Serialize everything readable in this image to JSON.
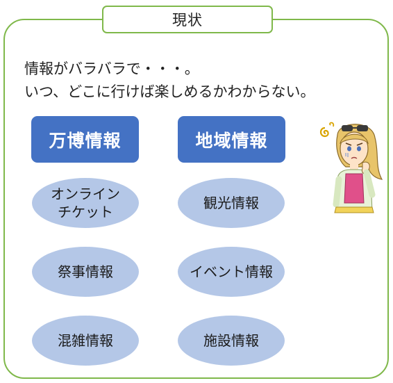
{
  "title": "現状",
  "intro": {
    "line1": "情報がバラバラで・・・。",
    "line2": "いつ、どこに行けば楽しめるかわからない。"
  },
  "columns": [
    {
      "header": "万博情報",
      "items": [
        "オンライン\nチケット",
        "祭事情報",
        "混雑情報"
      ]
    },
    {
      "header": "地域情報",
      "items": [
        "観光情報",
        "イベント情報",
        "施設情報"
      ]
    }
  ],
  "colors": {
    "frame": "#7fb84a",
    "header_fill": "#4472c4",
    "bubble_fill": "#b4c7e7"
  },
  "illustration": "confused-woman-icon"
}
